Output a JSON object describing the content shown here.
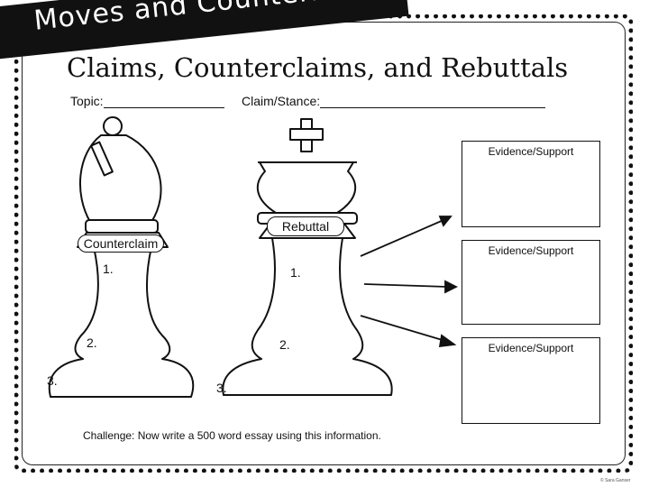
{
  "banner": {
    "text": "Moves and Countermoves"
  },
  "title": "Claims, Counterclaims, and Rebuttals",
  "fields": {
    "topic_label": "Topic:",
    "claim_label": "Claim/Stance:"
  },
  "bishop": {
    "badge": "Counterclaim",
    "items": [
      "1.",
      "2.",
      "3."
    ]
  },
  "king": {
    "badge": "Rebuttal",
    "items": [
      "1.",
      "2.",
      "3."
    ]
  },
  "evidence_boxes": [
    {
      "label": "Evidence/Support"
    },
    {
      "label": "Evidence/Support"
    },
    {
      "label": "Evidence/Support"
    }
  ],
  "challenge": "Challenge: Now write a 500 word essay using this information.",
  "copyright": "© Sara Ganser"
}
